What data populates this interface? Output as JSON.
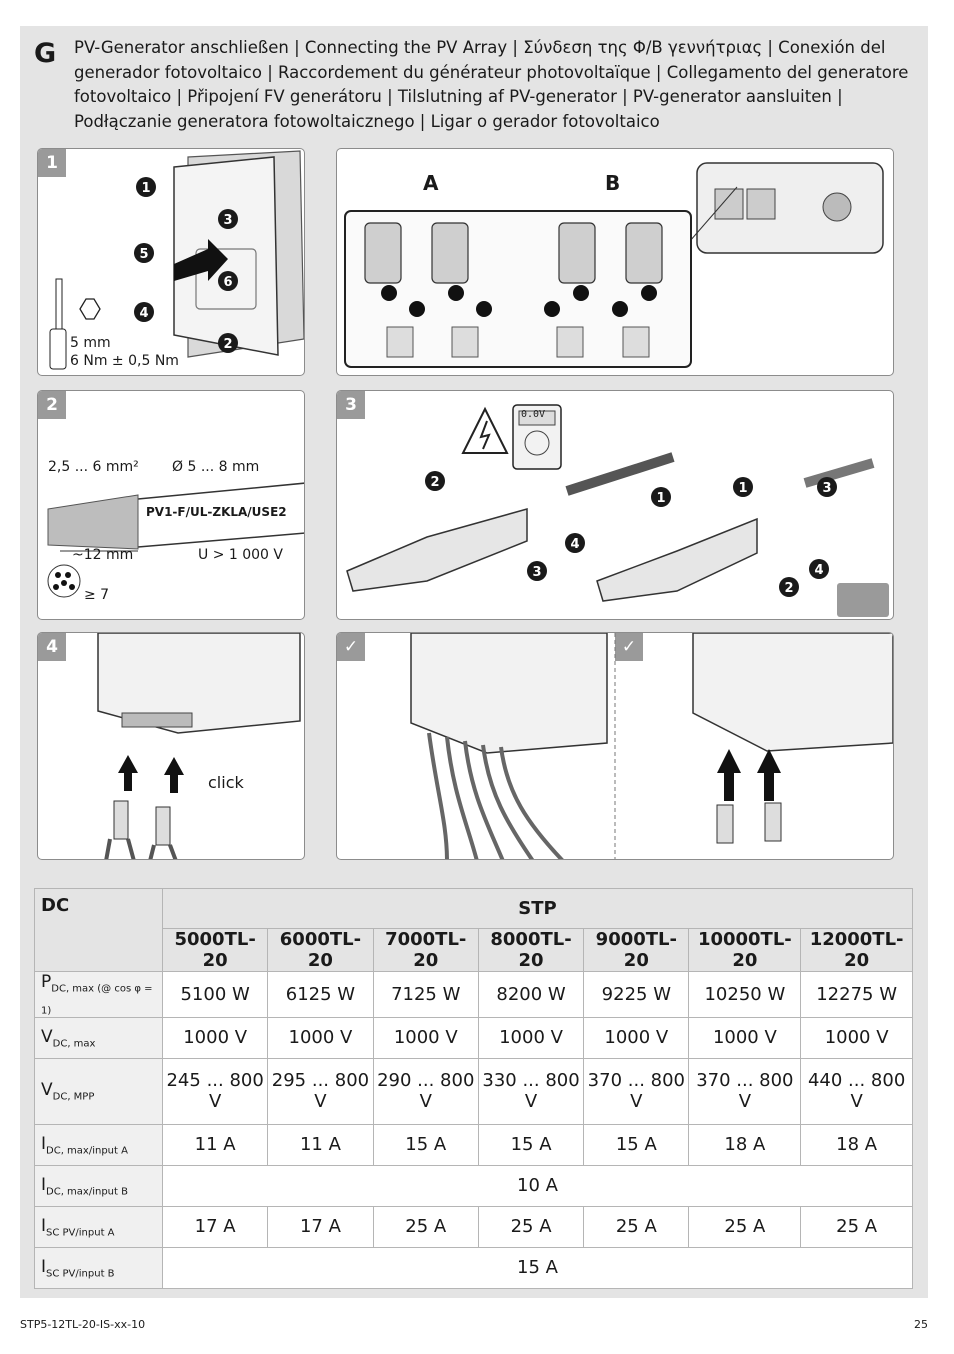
{
  "header": {
    "letter": "G",
    "title": "PV-Generator anschließen | Connecting the PV Array | Σύνδεση της Φ/Β γεννήτριας | Conexión del generador fotovoltaico | Raccordement du générateur photovoltaïque | Collegamento del generatore fotovoltaico | Připojení FV generátoru | Tilslutning af PV-generator | PV-generator aansluiten | Podłączanie generatora fotowoltaicznego | Ligar o gerador fotovoltaico"
  },
  "panels": {
    "p1": {
      "tag": "1",
      "tool_size": "5 mm",
      "torque": "6 Nm ± 0,5 Nm",
      "steps": [
        "1",
        "2",
        "3",
        "4",
        "5",
        "6"
      ]
    },
    "pAB": {
      "label_a": "A",
      "label_b": "B"
    },
    "p2": {
      "tag": "2",
      "cross_section": "2,5 ... 6 mm²",
      "diameter": "Ø 5 ... 8 mm",
      "cable_type": "PV1-F/UL-ZKLA/USE2",
      "strip_length": "~12 mm",
      "voltage": "U > 1 000 V",
      "strands": "≥ 7"
    },
    "p3": {
      "tag": "3",
      "meter_reading": "0.0V",
      "steps": [
        "1",
        "2",
        "3",
        "4"
      ]
    },
    "p4": {
      "tag": "4",
      "click": "click"
    },
    "pCheck1": {
      "tag": "✓"
    },
    "pCheck2": {
      "tag": "✓"
    }
  },
  "table": {
    "dc_label": "DC",
    "stp_label": "STP",
    "models": [
      "5000TL-20",
      "6000TL-20",
      "7000TL-20",
      "8000TL-20",
      "9000TL-20",
      "10000TL-20",
      "12000TL-20"
    ],
    "rows": [
      {
        "sym": "P",
        "sub": "DC, max (@ cos φ = 1)",
        "values": [
          "5100 W",
          "6125 W",
          "7125 W",
          "8200 W",
          "9225 W",
          "10250 W",
          "12275 W"
        ]
      },
      {
        "sym": "V",
        "sub": "DC, max",
        "values": [
          "1000 V",
          "1000 V",
          "1000 V",
          "1000 V",
          "1000 V",
          "1000 V",
          "1000 V"
        ]
      },
      {
        "sym": "V",
        "sub": "DC, MPP",
        "values": [
          "245 ... 800 V",
          "295 ... 800 V",
          "290 ... 800 V",
          "330 ... 800 V",
          "370 ... 800 V",
          "370 ... 800 V",
          "440 ... 800 V"
        ]
      },
      {
        "sym": "I",
        "sub": "DC, max/input A",
        "values": [
          "11 A",
          "11 A",
          "15 A",
          "15 A",
          "15 A",
          "18 A",
          "18 A"
        ]
      },
      {
        "sym": "I",
        "sub": "DC, max/input B",
        "merged": "10 A"
      },
      {
        "sym": "I",
        "sub": "SC PV/input A",
        "values": [
          "17 A",
          "17 A",
          "25 A",
          "25 A",
          "25 A",
          "25 A",
          "25 A"
        ]
      },
      {
        "sym": "I",
        "sub": "SC PV/input B",
        "merged": "15 A"
      }
    ]
  },
  "footer": {
    "doc_id": "STP5-12TL-20-IS-xx-10",
    "page": "25"
  }
}
